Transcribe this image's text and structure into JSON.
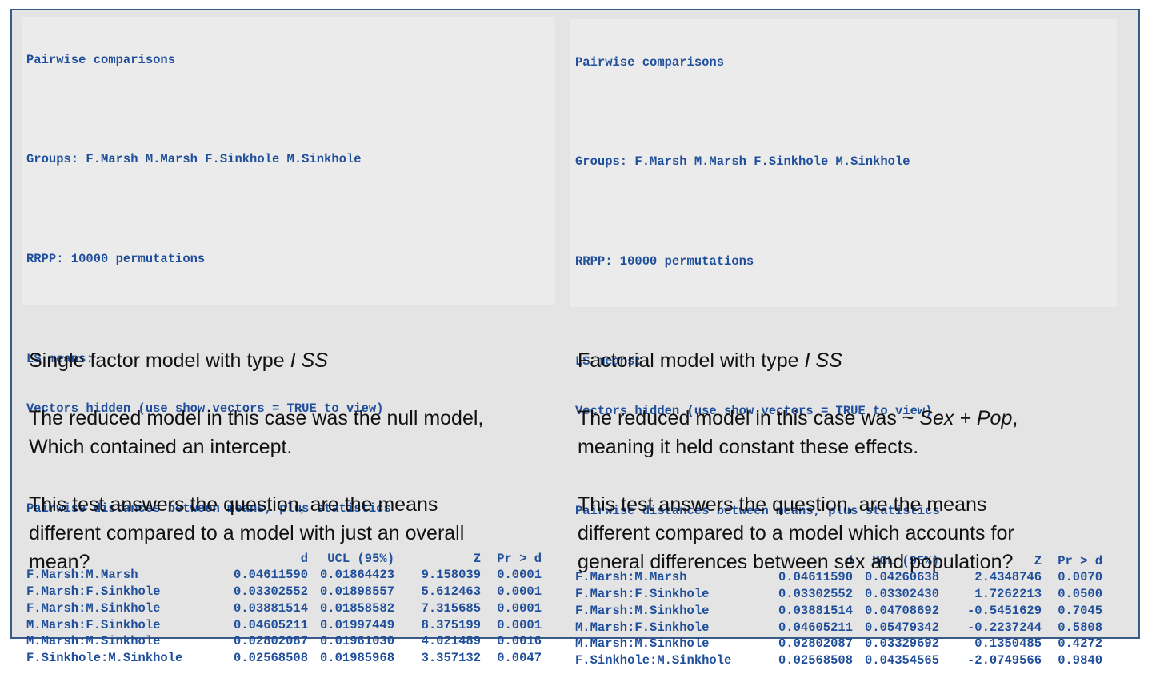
{
  "left_console": {
    "title": "Pairwise comparisons",
    "groups": "Groups: F.Marsh M.Marsh F.Sinkhole M.Sinkhole",
    "rrpp": "RRPP: 10000 permutations",
    "ls_means": "LS means:",
    "vectors_hidden": "Vectors hidden (use show.vectors = TRUE to view)",
    "distances_heading": "Pairwise distances between means, plus statistics",
    "columns": [
      "",
      "d",
      "UCL (95%)",
      "Z",
      "Pr > d"
    ],
    "rows": [
      [
        "F.Marsh:M.Marsh",
        "0.04611590",
        "0.01864423",
        "9.158039",
        "0.0001"
      ],
      [
        "F.Marsh:F.Sinkhole",
        "0.03302552",
        "0.01898557",
        "5.612463",
        "0.0001"
      ],
      [
        "F.Marsh:M.Sinkhole",
        "0.03881514",
        "0.01858582",
        "7.315685",
        "0.0001"
      ],
      [
        "M.Marsh:F.Sinkhole",
        "0.04605211",
        "0.01997449",
        "8.375199",
        "0.0001"
      ],
      [
        "M.Marsh:M.Sinkhole",
        "0.02802087",
        "0.01961030",
        "4.021489",
        "0.0016"
      ],
      [
        "F.Sinkhole:M.Sinkhole",
        "0.02568508",
        "0.01985968",
        "3.357132",
        "0.0047"
      ]
    ]
  },
  "right_console": {
    "title": "Pairwise comparisons",
    "groups": "Groups: F.Marsh M.Marsh F.Sinkhole M.Sinkhole",
    "rrpp": "RRPP: 10000 permutations",
    "ls_means": "LS means:",
    "vectors_hidden": "Vectors hidden (use show.vectors = TRUE to view)",
    "distances_heading": "Pairwise distances between means, plus statistics",
    "columns": [
      "",
      "d",
      "UCL (95%)",
      "Z",
      "Pr > d"
    ],
    "rows": [
      [
        "F.Marsh:M.Marsh",
        "0.04611590",
        "0.04260638",
        "2.4348746",
        "0.0070"
      ],
      [
        "F.Marsh:F.Sinkhole",
        "0.03302552",
        "0.03302430",
        "1.7262213",
        "0.0500"
      ],
      [
        "F.Marsh:M.Sinkhole",
        "0.03881514",
        "0.04708692",
        "-0.5451629",
        "0.7045"
      ],
      [
        "M.Marsh:F.Sinkhole",
        "0.04605211",
        "0.05479342",
        "-0.2237244",
        "0.5808"
      ],
      [
        "M.Marsh:M.Sinkhole",
        "0.02802087",
        "0.03329692",
        "0.1350485",
        "0.4272"
      ],
      [
        "F.Sinkhole:M.Sinkhole",
        "0.02568508",
        "0.04354565",
        "-2.0749566",
        "0.9840"
      ]
    ]
  },
  "left_caption": {
    "p1_text": "Single factor model with type ",
    "p1_italic": "I SS",
    "p2_line1": "The reduced model in this case was the null model,",
    "p2_line2": "Which contained an intercept.",
    "p3_line1": "This test answers the question, are the means",
    "p3_line2": "different compared to a model with just an overall",
    "p3_line3": "mean?"
  },
  "right_caption": {
    "p1_text": "Factorial model with type ",
    "p1_italic": "I SS",
    "p2_text_a": "The reduced model in this case was ~ ",
    "p2_italic": "Sex + Pop",
    "p2_text_b": ",",
    "p2_line2": "meaning it held constant these effects.",
    "p3_line1": "This test answers the question, are the means",
    "p3_line2": "different compared to a model which accounts for",
    "p3_line3": "general differences  between sex and population?"
  },
  "colors": {
    "console_text": "#1f4e9a",
    "slide_bg": "#e4e4e4",
    "console_bg": "#ebebeb",
    "border": "#3a5a8a"
  }
}
